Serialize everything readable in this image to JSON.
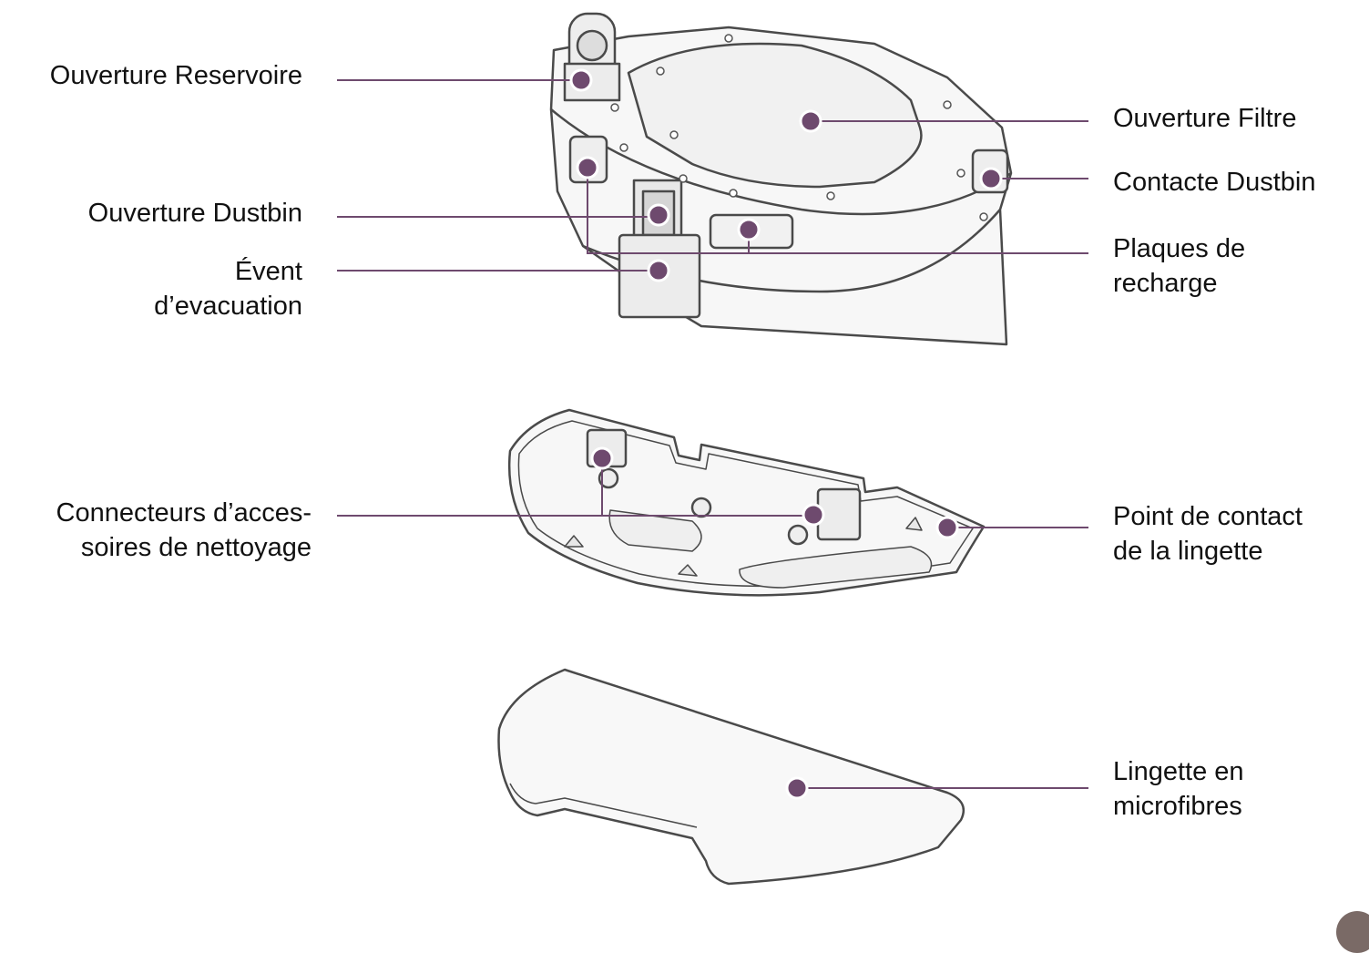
{
  "colors": {
    "accent": "#6e4a6e",
    "outline": "#4a4a4a",
    "fill": "#f6f6f6",
    "text": "#111111"
  },
  "labels": {
    "reservoir": [
      "Ouverture Reservoire"
    ],
    "dustbin_opening": [
      "Ouverture Dustbin"
    ],
    "exhaust_vent": [
      "Évent",
      "d’evacuation"
    ],
    "accessory_connectors": [
      "Connecteurs d’acces-",
      "soires de nettoyage"
    ],
    "filter_opening": [
      "Ouverture Filtre"
    ],
    "dustbin_contact": [
      "Contacte Dustbin"
    ],
    "charging_plates": [
      "Plaques de",
      "recharge"
    ],
    "wipe_contact": [
      "Point de contact",
      "de la lingette"
    ],
    "microfiber_wipe": [
      "Lingette en",
      "microfibres"
    ]
  }
}
